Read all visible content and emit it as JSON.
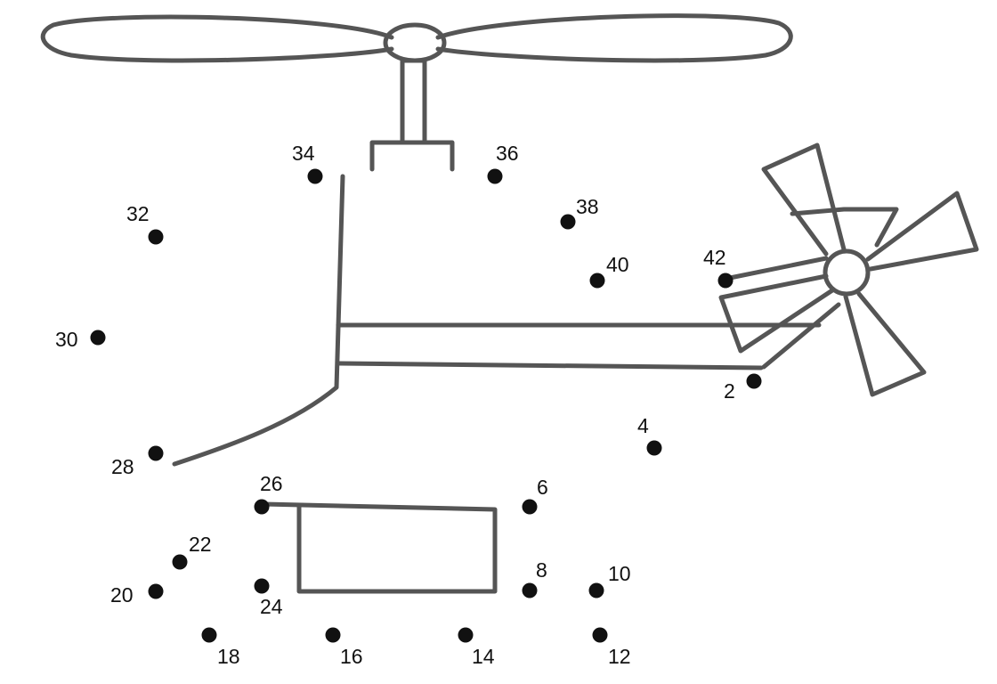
{
  "colors": {
    "background": "#ffffff",
    "outline": "#555555",
    "dot": "#111111",
    "label": "#111111"
  },
  "picture": {
    "kind": "connect-the-dots puzzle",
    "subject_icon": "helicopter-outline-icon"
  },
  "dots": [
    {
      "label": "2"
    },
    {
      "label": "4"
    },
    {
      "label": "6"
    },
    {
      "label": "8"
    },
    {
      "label": "10"
    },
    {
      "label": "12"
    },
    {
      "label": "14"
    },
    {
      "label": "16"
    },
    {
      "label": "18"
    },
    {
      "label": "20"
    },
    {
      "label": "22"
    },
    {
      "label": "24"
    },
    {
      "label": "26"
    },
    {
      "label": "28"
    },
    {
      "label": "30"
    },
    {
      "label": "32"
    },
    {
      "label": "34"
    },
    {
      "label": "36"
    },
    {
      "label": "38"
    },
    {
      "label": "40"
    },
    {
      "label": "42"
    }
  ]
}
